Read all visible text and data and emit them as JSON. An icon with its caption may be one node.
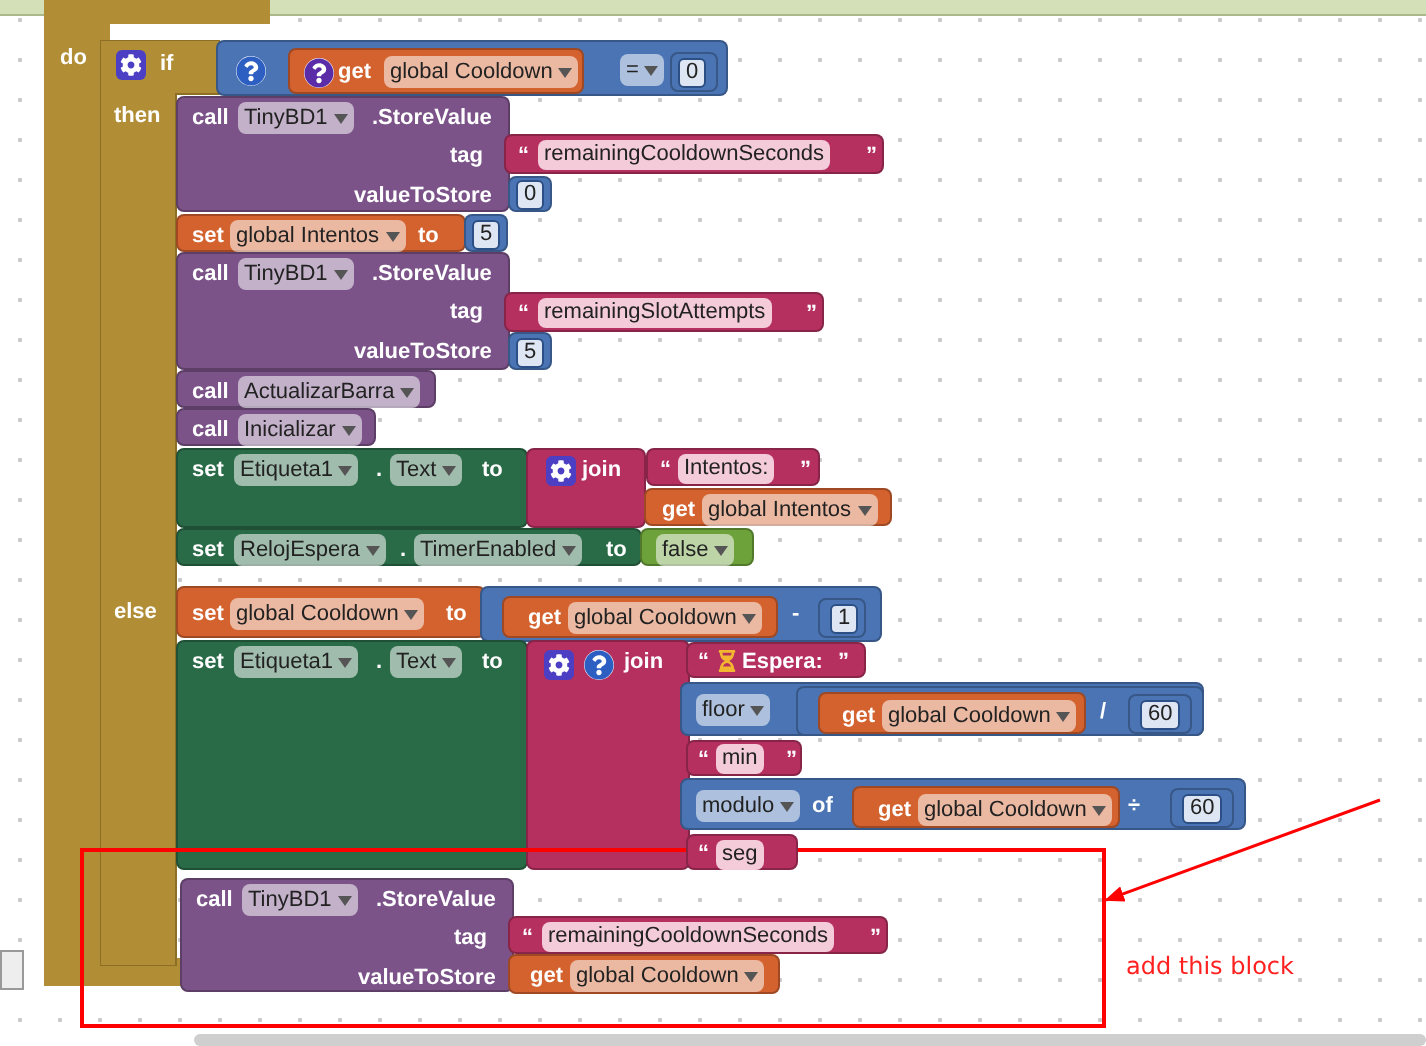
{
  "diagram": {
    "nodes": [
      {
        "text": [
          "do"
        ]
      },
      {
        "text": [
          "if",
          "then",
          "else"
        ],
        "in": 0
      },
      {
        "text": [
          "="
        ]
      },
      {
        "text": [
          "get",
          "global Cooldown"
        ],
        "in": 2
      },
      {
        "text": [
          "0"
        ],
        "in": 2
      },
      {
        "text": [
          "call",
          "TinyBD1",
          ".StoreValue",
          "tag",
          "valueToStore"
        ]
      },
      {
        "text": [
          "“",
          "remainingCooldownSeconds",
          "”"
        ]
      },
      {
        "text": [
          "0"
        ]
      },
      {
        "text": [
          "set",
          "global Intentos",
          "to"
        ]
      },
      {
        "text": [
          "5"
        ]
      },
      {
        "text": [
          "call",
          "TinyBD1",
          ".StoreValue",
          "tag",
          "valueToStore"
        ]
      },
      {
        "text": [
          "“",
          "remainingSlotAttempts",
          "”"
        ]
      },
      {
        "text": [
          "5"
        ]
      },
      {
        "text": [
          "call",
          "ActualizarBarra"
        ]
      },
      {
        "text": [
          "call",
          "Inicializar"
        ]
      },
      {
        "text": [
          "set",
          "Etiqueta1",
          ".",
          "Text",
          "to"
        ]
      },
      {
        "text": [
          "join"
        ]
      },
      {
        "text": [
          "“",
          "Intentos:",
          "”"
        ]
      },
      {
        "text": [
          "get",
          "global Intentos"
        ]
      },
      {
        "text": [
          "set",
          "RelojEspera",
          ".",
          "TimerEnabled",
          "to"
        ]
      },
      {
        "text": [
          "false"
        ]
      },
      {
        "text": [
          "set",
          "global Cooldown",
          "to"
        ]
      },
      {
        "text": [
          "-"
        ]
      },
      {
        "text": [
          "get",
          "global Cooldown"
        ],
        "in": 22
      },
      {
        "text": [
          "1"
        ],
        "in": 22
      },
      {
        "text": [
          "set",
          "Etiqueta1",
          ".",
          "Text",
          "to"
        ]
      },
      {
        "text": [
          "join"
        ]
      },
      {
        "text": [
          "“",
          "Espera:",
          "”"
        ]
      },
      {
        "text": [
          "floor"
        ]
      },
      {
        "text": [
          "/"
        ],
        "in": 28
      },
      {
        "text": [
          "get",
          "global Cooldown"
        ],
        "in": 29
      },
      {
        "text": [
          "60"
        ],
        "in": 29
      },
      {
        "text": [
          "“",
          "min",
          "”"
        ]
      },
      {
        "text": [
          "modulo",
          "of",
          "÷"
        ]
      },
      {
        "text": [
          "get",
          "global Cooldown"
        ],
        "in": 33
      },
      {
        "text": [
          "60"
        ],
        "in": 33
      },
      {
        "text": [
          "“",
          "seg"
        ]
      },
      {
        "text": [
          "call",
          "TinyBD1",
          ".StoreValue",
          "tag",
          "valueToStore"
        ],
        "in": 40
      },
      {
        "text": [
          "“",
          "remainingCooldownSeconds",
          "”"
        ],
        "in": 40
      },
      {
        "text": [
          "get",
          "global Cooldown"
        ],
        "in": 40
      },
      {
        "text": [],
        "shape": "box"
      },
      {
        "text": [
          "add this block"
        ]
      }
    ],
    "edges": [
      {
        "from": null,
        "to": 40,
        "arrow": "to",
        "color": "#ff0000"
      }
    ]
  }
}
